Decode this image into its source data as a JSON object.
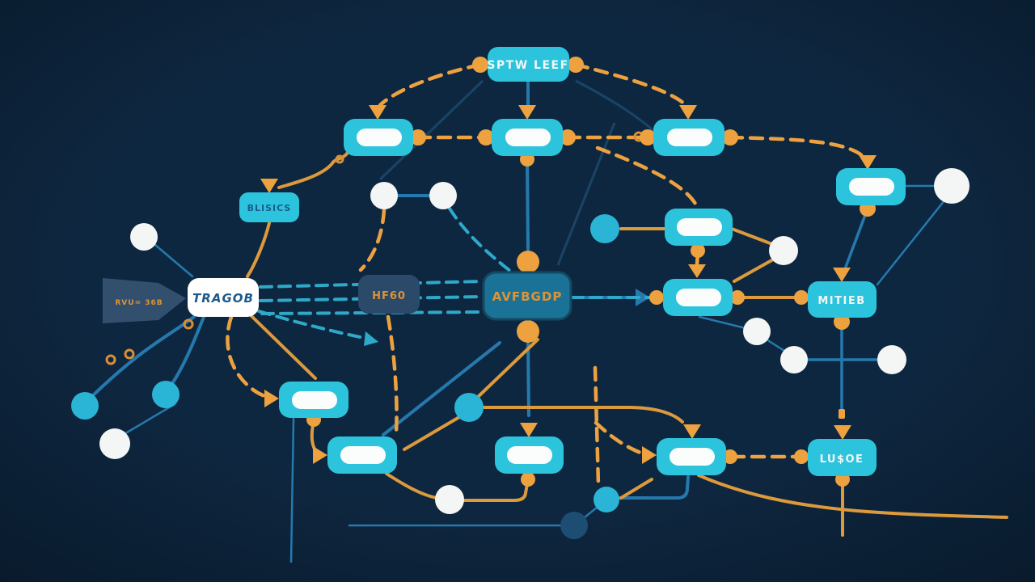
{
  "diagram": {
    "title": "flowchart-illustration",
    "background": "#0d2438",
    "colors": {
      "node_cyan": "#2cc4dd",
      "node_white": "#ffffff",
      "node_slate": "#2b4968",
      "node_deep_teal": "#1a7396",
      "edge_orange": "#eda23f",
      "edge_teal": "#2fa9c9",
      "edge_blue": "#2679ad",
      "circle_white": "#f4f6f5",
      "circle_teal": "#2ab5d6",
      "circle_navy": "#1d4d72",
      "text_navy": "#1d5a8c",
      "text_orange": "#dd9338"
    },
    "nodes": {
      "top_label": {
        "label": "SPTW LEEF"
      },
      "blisics": {
        "label": "BLISICS"
      },
      "tragob": {
        "label": "TRAGOB"
      },
      "hf60": {
        "label": "HF60"
      },
      "avfbgdp": {
        "label": "AVFBGDP"
      },
      "miteb": {
        "label": "MITIEB"
      },
      "lusoe": {
        "label": "LU$OE"
      },
      "banner": {
        "label": "RVU= 36B"
      }
    }
  }
}
